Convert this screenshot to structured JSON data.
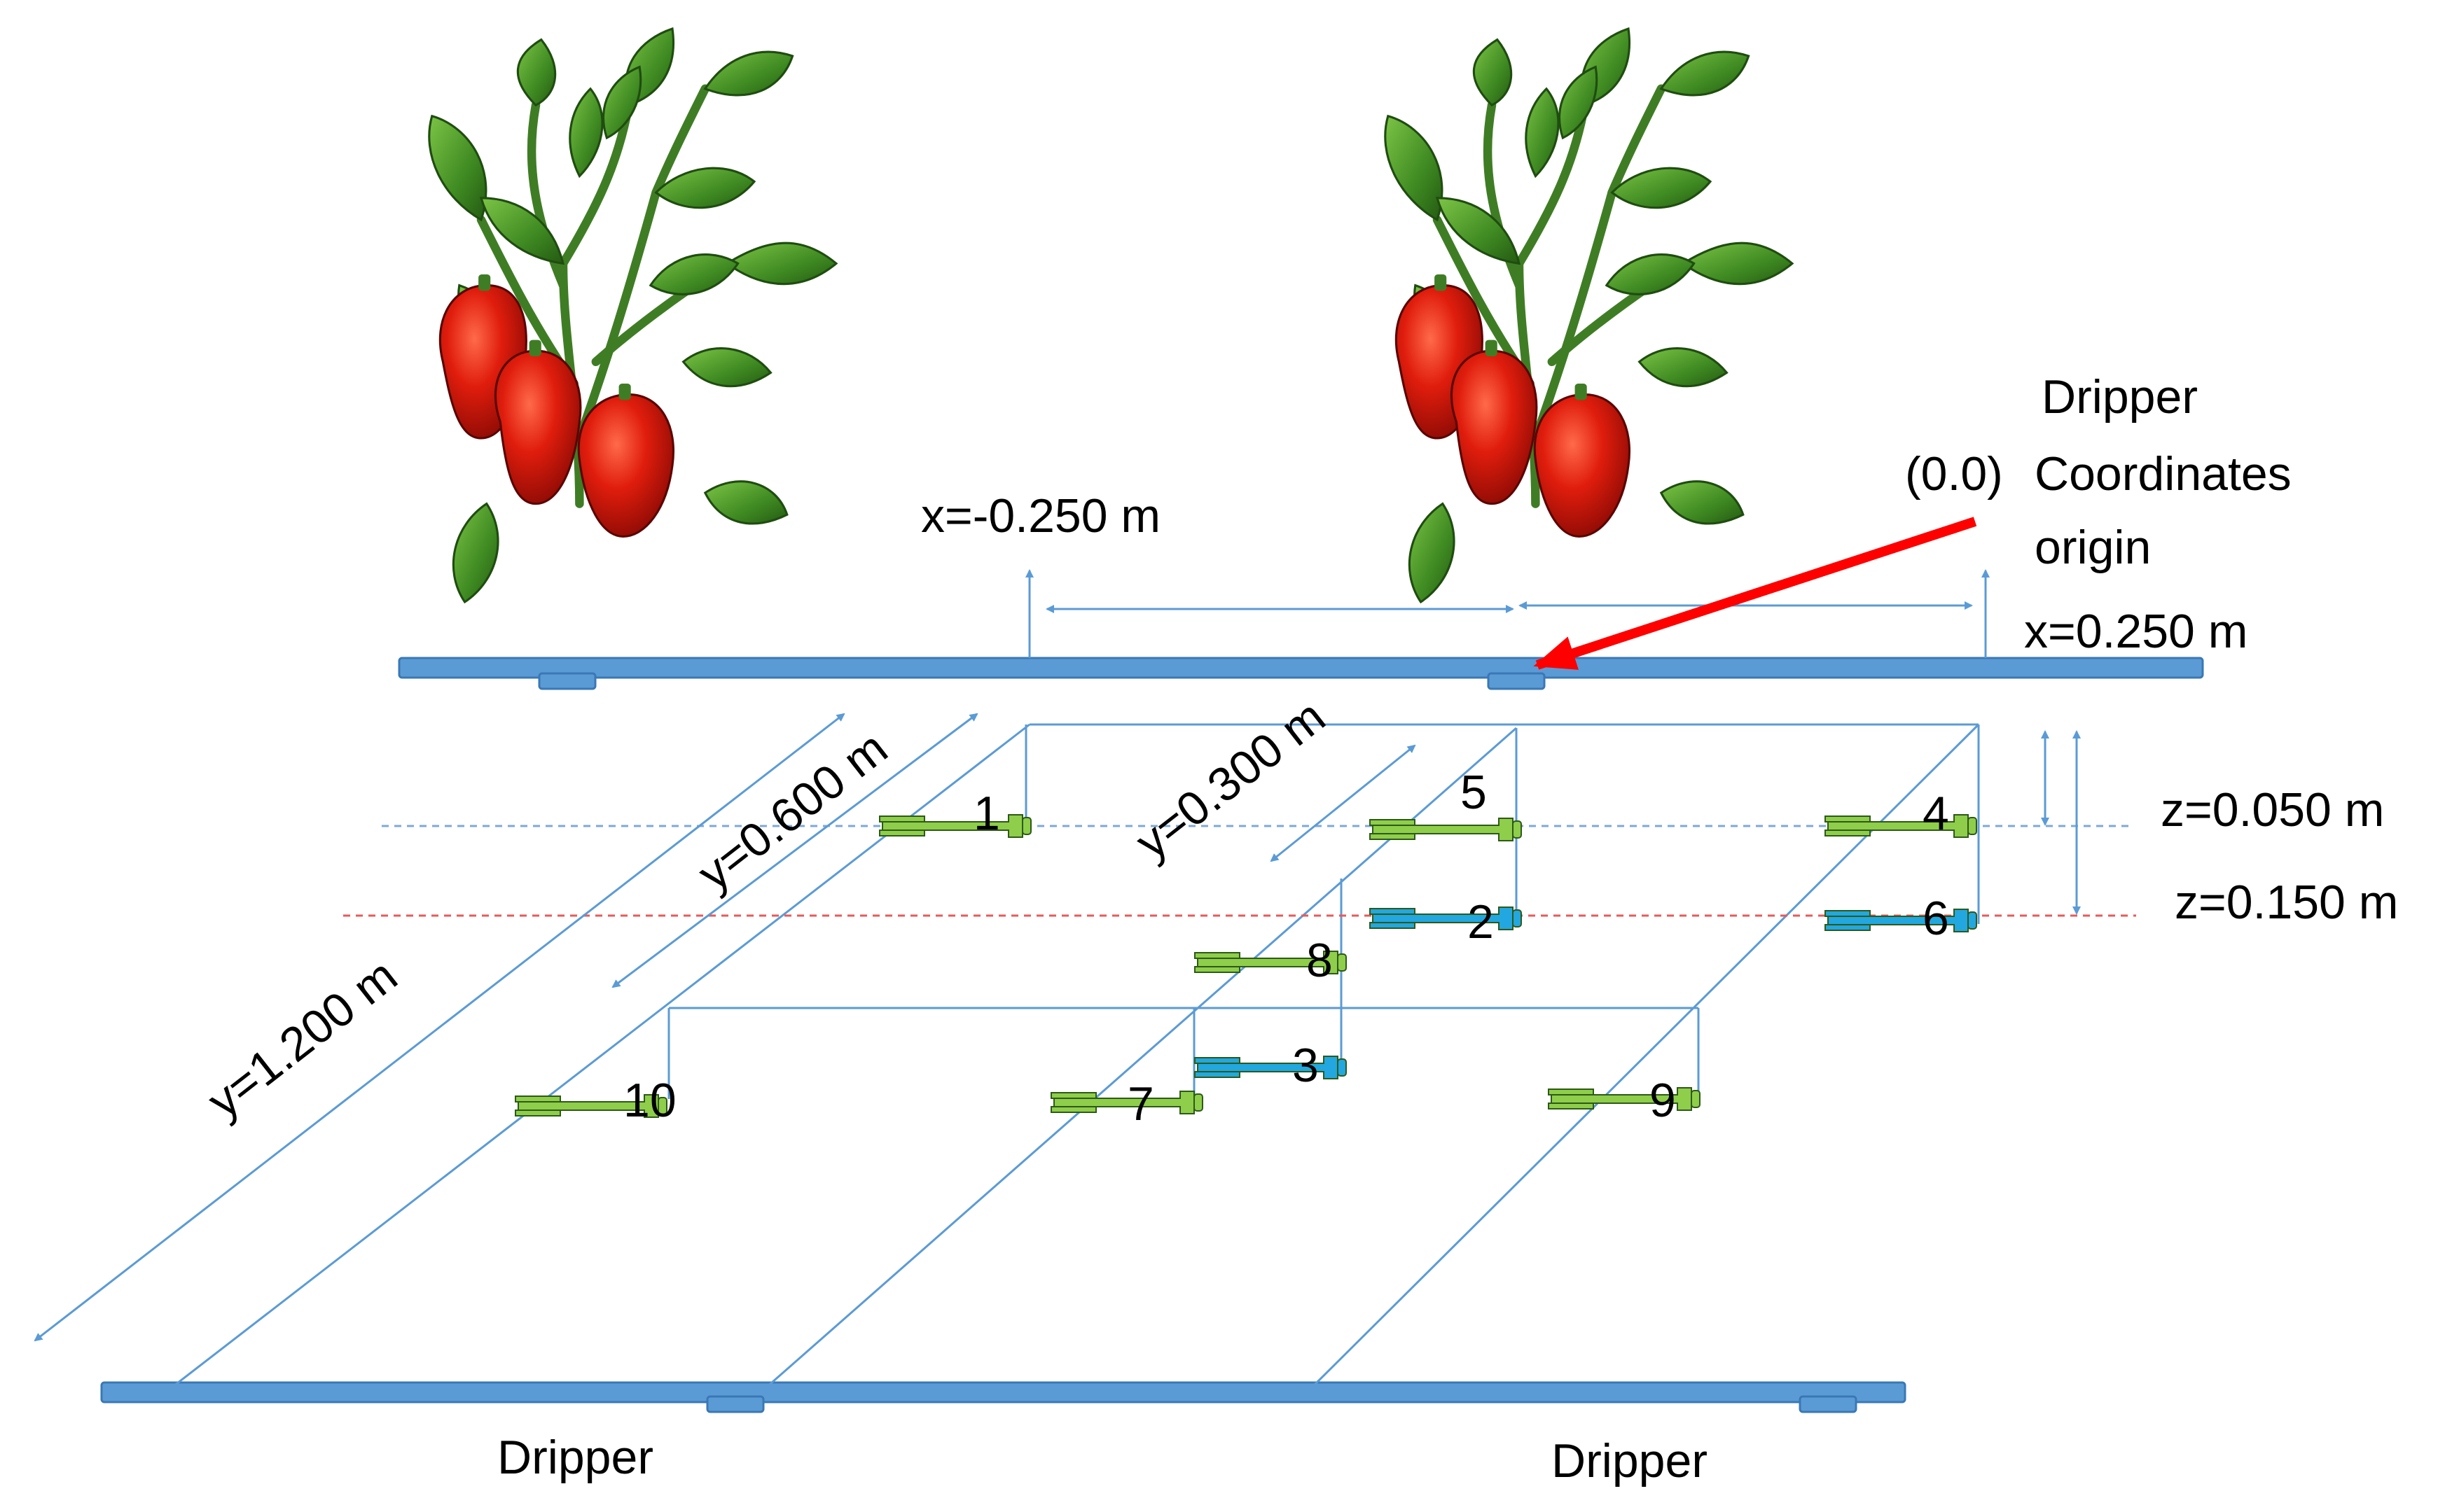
{
  "labels": {
    "dripper_title": "Dripper",
    "origin_coord": "(0.0)",
    "coordinates": "Coordinates",
    "origin": "origin",
    "x_neg": "x=-0.250 m",
    "x_pos": "x=0.250 m",
    "y_030": "y=0.300 m",
    "y_060": "y=0.600 m",
    "y_120": "y=1.200 m",
    "z_005": "z=0.050 m",
    "z_015": "z=0.150 m",
    "dripper_bottom_left": "Dripper",
    "dripper_bottom_right": "Dripper"
  },
  "sensors": [
    {
      "id": "1",
      "depth": "shallow"
    },
    {
      "id": "2",
      "depth": "deep"
    },
    {
      "id": "3",
      "depth": "deep"
    },
    {
      "id": "4",
      "depth": "shallow"
    },
    {
      "id": "5",
      "depth": "shallow"
    },
    {
      "id": "6",
      "depth": "deep"
    },
    {
      "id": "7",
      "depth": "shallow"
    },
    {
      "id": "8",
      "depth": "shallow"
    },
    {
      "id": "9",
      "depth": "shallow"
    },
    {
      "id": "10",
      "depth": "shallow"
    }
  ],
  "colors": {
    "pipe": "#5b9bd5",
    "pipe_edge": "#3a78b5",
    "guide": "#5b9bd5",
    "sensor_shallow": "#8fce4a",
    "sensor_deep": "#22a7e0",
    "origin_arrow": "#ff0000",
    "z_shallow_line": "#7fa8d8",
    "z_deep_line": "#e85a5a"
  }
}
